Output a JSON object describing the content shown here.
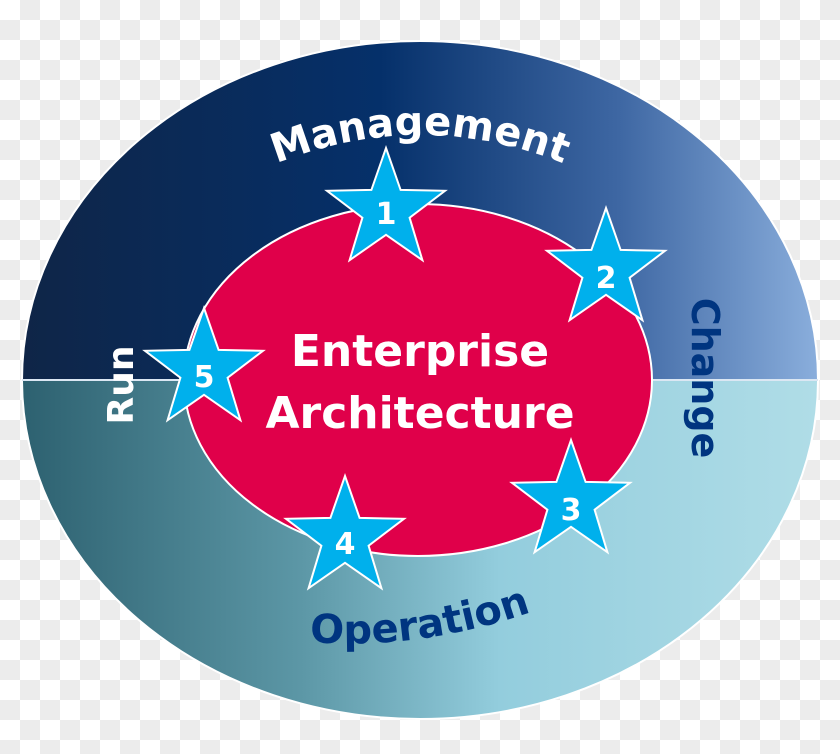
{
  "diagram": {
    "center": {
      "line1": "Enterprise",
      "line2": "Architecture"
    },
    "quadrant_labels": {
      "top": "Management",
      "right": "Change",
      "bottom": "Operation",
      "left": "Run"
    },
    "stars": [
      {
        "number": "1"
      },
      {
        "number": "2"
      },
      {
        "number": "3"
      },
      {
        "number": "4"
      },
      {
        "number": "5"
      }
    ],
    "colors": {
      "top_left_dark": "#0f2547",
      "top_mid": "#05306a",
      "top_right_light": "#8aaedc",
      "bottom_left_dark": "#2d6170",
      "bottom_right_light": "#aedbe6",
      "center_red": "#e0004a",
      "star_blue": "#00b0ec",
      "white": "#ffffff",
      "dark_text": "#003580"
    }
  }
}
